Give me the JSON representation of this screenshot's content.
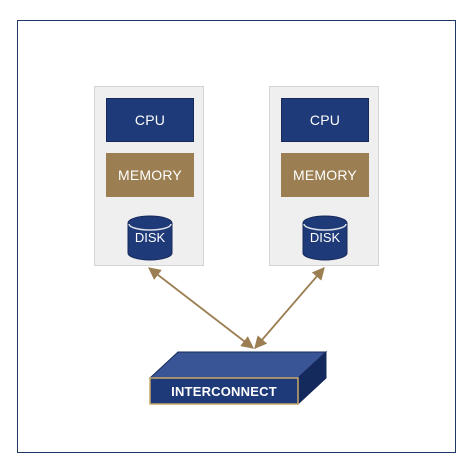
{
  "nodes": [
    {
      "cpu_label": "CPU",
      "memory_label": "MEMORY",
      "disk_label": "DISK"
    },
    {
      "cpu_label": "CPU",
      "memory_label": "MEMORY",
      "disk_label": "DISK"
    }
  ],
  "interconnect": {
    "label": "INTERCONNECT"
  },
  "colors": {
    "cpu": "#1f3a78",
    "memory": "#9b7f52",
    "disk": "#1f3a78",
    "link": "#9b7f52",
    "frame": "#1f3864"
  }
}
